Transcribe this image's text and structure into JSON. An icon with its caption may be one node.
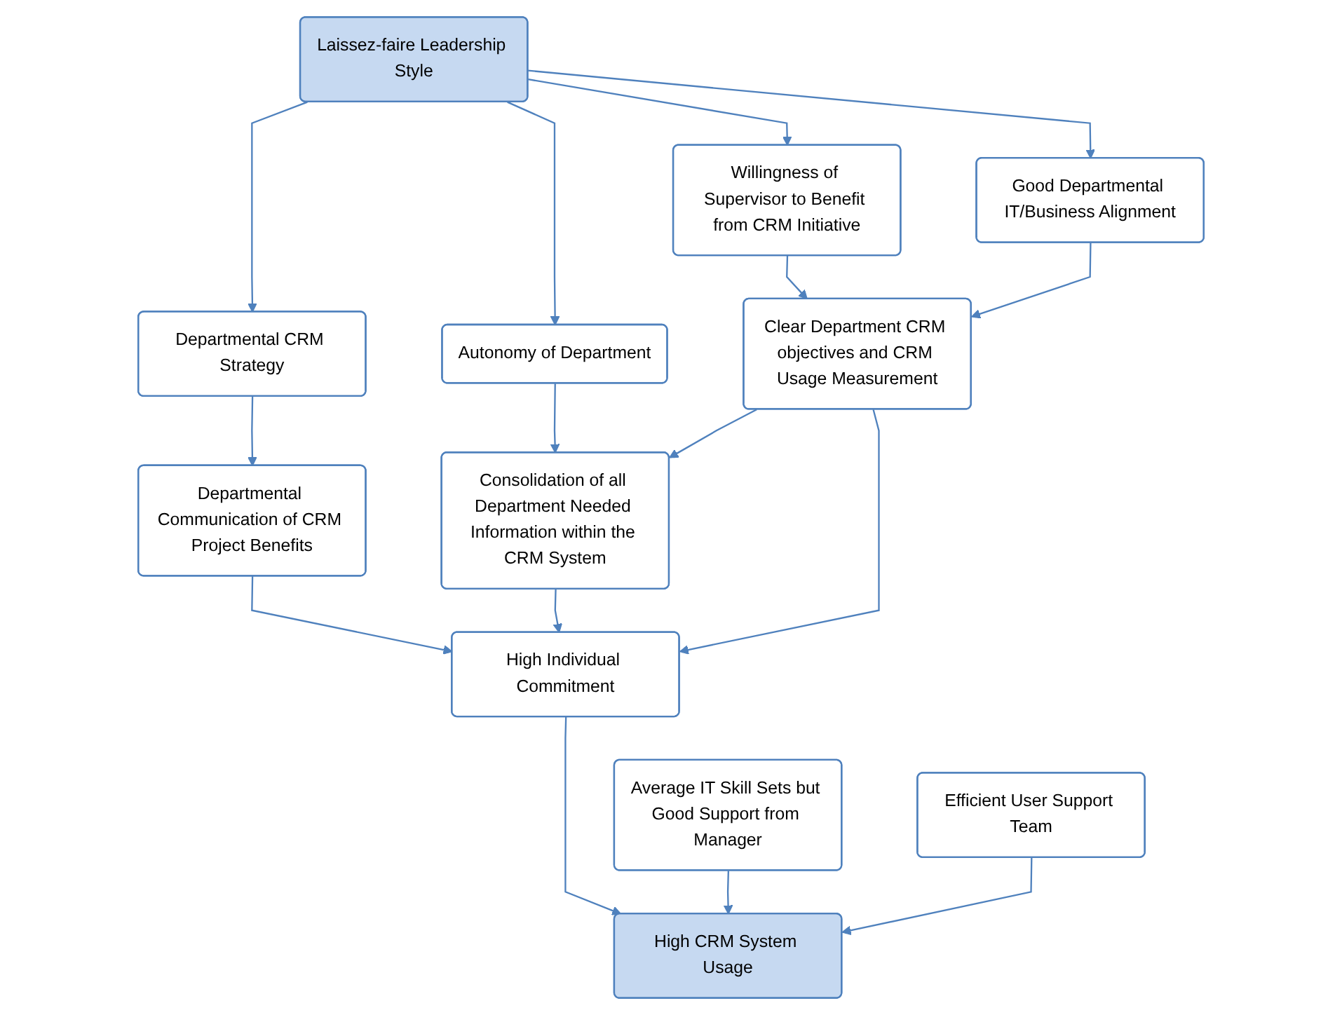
{
  "diagram": {
    "nodes": [
      {
        "text": [
          "Laissez-faire Leadership Style"
        ]
      },
      {
        "text": [
          "Departmental CRM Strategy"
        ]
      },
      {
        "text": [
          "Autonomy of Department"
        ]
      },
      {
        "text": [
          "Willingness of Supervisor to Benefit from CRM Initiative"
        ]
      },
      {
        "text": [
          "Good Departmental IT/Business Alignment"
        ]
      },
      {
        "text": [
          "Departmental Communication of CRM Project Benefits"
        ]
      },
      {
        "text": [
          "Consolidation of all Department Needed Information within the CRM System"
        ]
      },
      {
        "text": [
          "Clear Department CRM objectives and CRM Usage Measurement"
        ]
      },
      {
        "text": [
          "High Individual Commitment"
        ]
      },
      {
        "text": [
          "Average IT Skill Sets but Good Support from Manager"
        ]
      },
      {
        "text": [
          "High CRM System Usage"
        ]
      },
      {
        "text": [
          "Efficient User Support Team"
        ]
      }
    ],
    "edges": [
      {
        "from": 0,
        "to": 1,
        "arrow": "to"
      },
      {
        "from": 0,
        "to": 2,
        "arrow": "to"
      },
      {
        "from": 0,
        "to": 3,
        "arrow": "to"
      },
      {
        "from": 0,
        "to": 4,
        "arrow": "to"
      },
      {
        "from": 1,
        "to": 5,
        "arrow": "to"
      },
      {
        "from": 2,
        "to": 6,
        "arrow": "to"
      },
      {
        "from": 3,
        "to": 7,
        "arrow": "to"
      },
      {
        "from": 4,
        "to": 7,
        "arrow": "to"
      },
      {
        "from": 7,
        "to": 6,
        "arrow": "to"
      },
      {
        "from": 5,
        "to": 8,
        "arrow": "to"
      },
      {
        "from": 6,
        "to": 8,
        "arrow": "to"
      },
      {
        "from": 7,
        "to": 8,
        "arrow": "to"
      },
      {
        "from": 8,
        "to": 10,
        "arrow": "to"
      },
      {
        "from": 9,
        "to": 10,
        "arrow": "to"
      },
      {
        "from": 11,
        "to": 10,
        "arrow": "to"
      }
    ]
  }
}
